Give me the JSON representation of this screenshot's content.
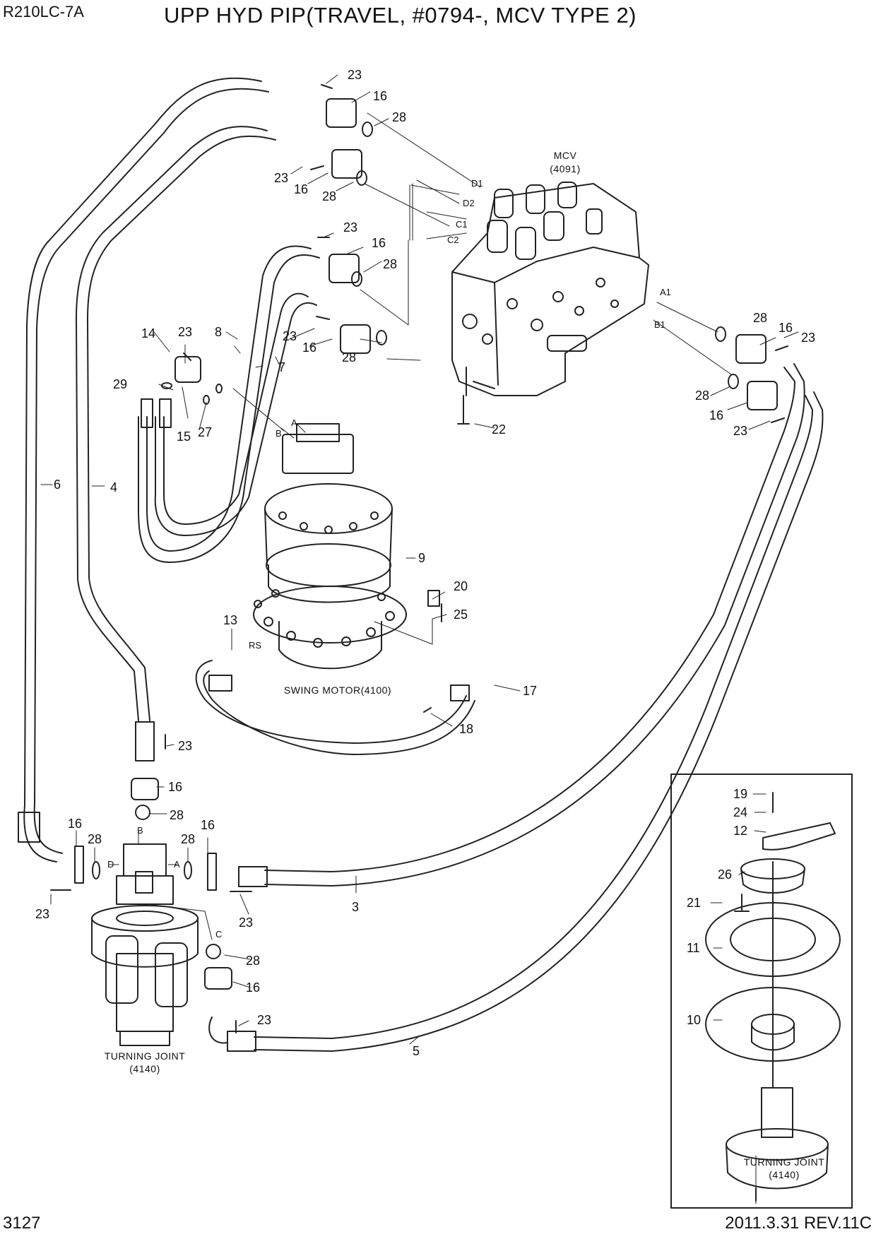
{
  "header": {
    "model": "R210LC-7A",
    "title": "UPP HYD PIP(TRAVEL, #0794-, MCV TYPE 2)"
  },
  "footer": {
    "page_number": "3127",
    "revision": "2011.3.31 REV.11C"
  },
  "components": {
    "mcv": {
      "name": "MCV",
      "code": "(4091)"
    },
    "swing_motor": {
      "name": "SWING MOTOR(4100)"
    },
    "turning_joint": {
      "name": "TURNING JOINT",
      "code": "(4140)"
    },
    "turning_joint_detail": {
      "name": "TURNING JOINT",
      "code": "(4140)"
    }
  },
  "port_labels": {
    "d1": "D1",
    "d2": "D2",
    "c1": "C1",
    "c2": "C2",
    "a1": "A1",
    "b1": "B1",
    "a": "A",
    "b": "B",
    "rs": "RS",
    "tj_b": "B",
    "tj_d": "D",
    "tj_a": "A",
    "tj_c": "C"
  },
  "callouts": {
    "n3": "3",
    "n4": "4",
    "n5": "5",
    "n6": "6",
    "n7": "7",
    "n8": "8",
    "n9": "9",
    "n10": "10",
    "n11": "11",
    "n12": "12",
    "n13": "13",
    "n14": "14",
    "n15": "15",
    "n16": "16",
    "n17": "17",
    "n18": "18",
    "n19": "19",
    "n20": "20",
    "n21": "21",
    "n22": "22",
    "n23": "23",
    "n24": "24",
    "n25": "25",
    "n26": "26",
    "n27": "27",
    "n28": "28",
    "n29": "29"
  }
}
